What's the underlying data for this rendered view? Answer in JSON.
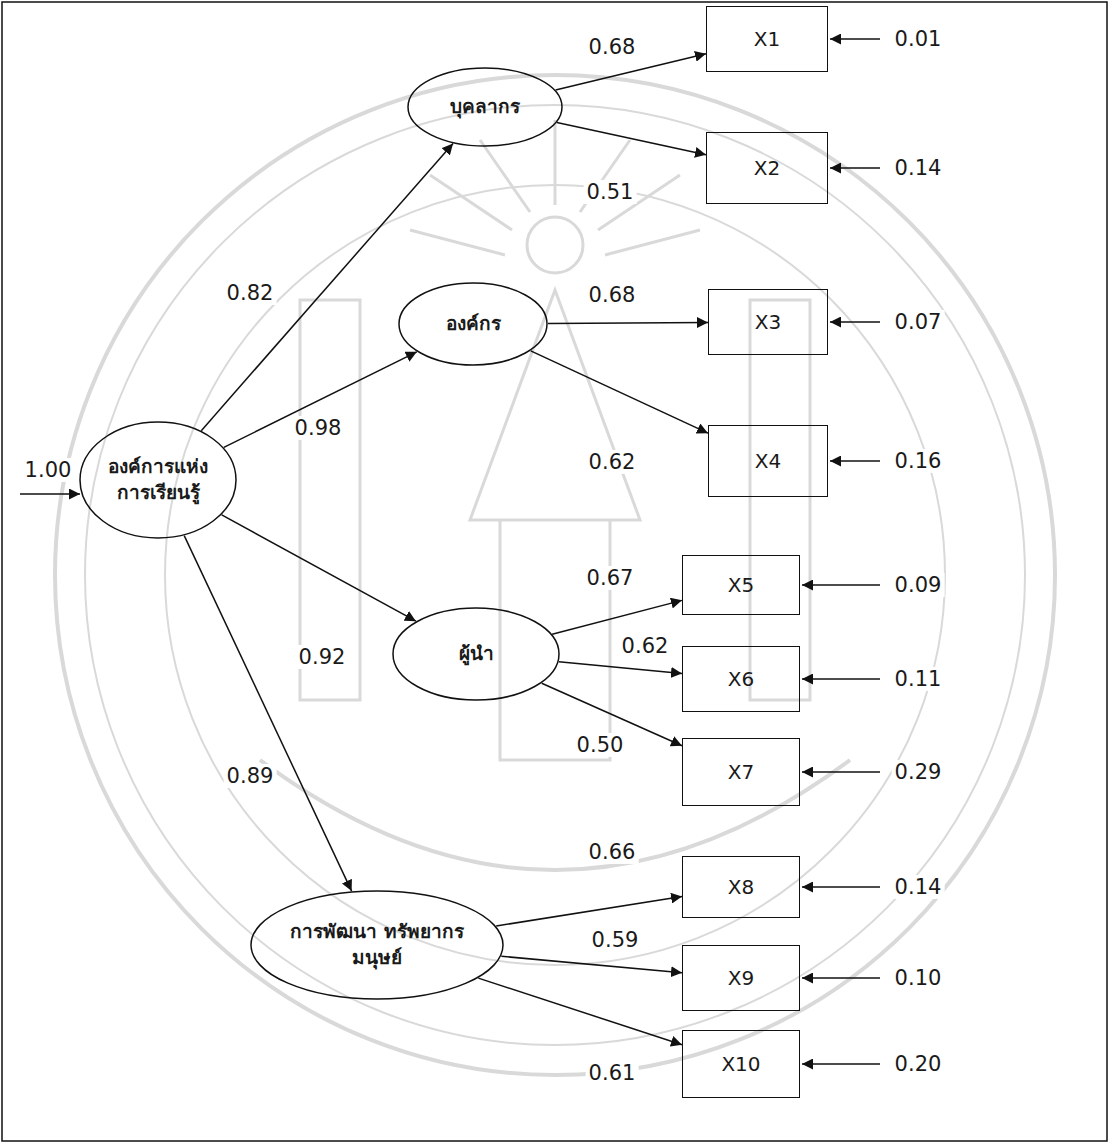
{
  "diagram": {
    "nodes": [
      {
        "text": [
          "องค์การแห่ง การเรียนรู้"
        ]
      },
      {
        "text": [
          "บุคลากร"
        ]
      },
      {
        "text": [
          "องค์กร"
        ]
      },
      {
        "text": [
          "ผู้นำ"
        ]
      },
      {
        "text": [
          "การพัฒนา ทรัพยากรมนุษย์"
        ]
      },
      {
        "text": [
          "X1"
        ]
      },
      {
        "text": [
          "X2"
        ]
      },
      {
        "text": [
          "X3"
        ]
      },
      {
        "text": [
          "X4"
        ]
      },
      {
        "text": [
          "X5"
        ]
      },
      {
        "text": [
          "X6"
        ]
      },
      {
        "text": [
          "X7"
        ]
      },
      {
        "text": [
          "X8"
        ]
      },
      {
        "text": [
          "X9"
        ]
      },
      {
        "text": [
          "X10"
        ]
      }
    ],
    "edges": [
      {
        "from": 0,
        "to": 1,
        "label": "0.82",
        "arrow": "to"
      },
      {
        "from": 0,
        "to": 2,
        "label": "0.98",
        "arrow": "to"
      },
      {
        "from": 0,
        "to": 3,
        "label": "0.92",
        "arrow": "to"
      },
      {
        "from": 0,
        "to": 4,
        "label": "0.89",
        "arrow": "to"
      },
      {
        "from": 1,
        "to": 5,
        "label": "0.68",
        "arrow": "to"
      },
      {
        "from": 1,
        "to": 6,
        "label": "0.51",
        "arrow": "to"
      },
      {
        "from": 2,
        "to": 7,
        "label": "0.68",
        "arrow": "to"
      },
      {
        "from": 2,
        "to": 8,
        "label": "0.62",
        "arrow": "to"
      },
      {
        "from": 3,
        "to": 9,
        "label": "0.67",
        "arrow": "to"
      },
      {
        "from": 3,
        "to": 10,
        "label": "0.62",
        "arrow": "to"
      },
      {
        "from": 3,
        "to": 11,
        "label": "0.50",
        "arrow": "to"
      },
      {
        "from": 4,
        "to": 12,
        "label": "0.66",
        "arrow": "to"
      },
      {
        "from": 4,
        "to": 13,
        "label": "0.59",
        "arrow": "to"
      },
      {
        "from": 4,
        "to": 14,
        "label": "0.61",
        "arrow": "to"
      }
    ],
    "labels": [
      "1.00",
      "0.01",
      "0.14",
      "0.07",
      "0.16",
      "0.09",
      "0.11",
      "0.29",
      "0.14",
      "0.10",
      "0.20"
    ]
  }
}
